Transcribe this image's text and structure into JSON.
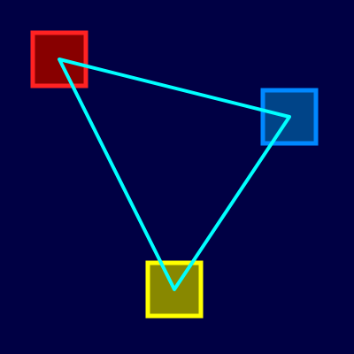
{
  "scene": {
    "background_color": "#000044",
    "path_color": "#00ffff",
    "nodes": [
      {
        "id": "red",
        "fill": "#880000",
        "stroke": "#ff2222"
      },
      {
        "id": "blue",
        "fill": "#004488",
        "stroke": "#0088ff"
      },
      {
        "id": "yellow",
        "fill": "#888800",
        "stroke": "#ffff00"
      }
    ]
  }
}
